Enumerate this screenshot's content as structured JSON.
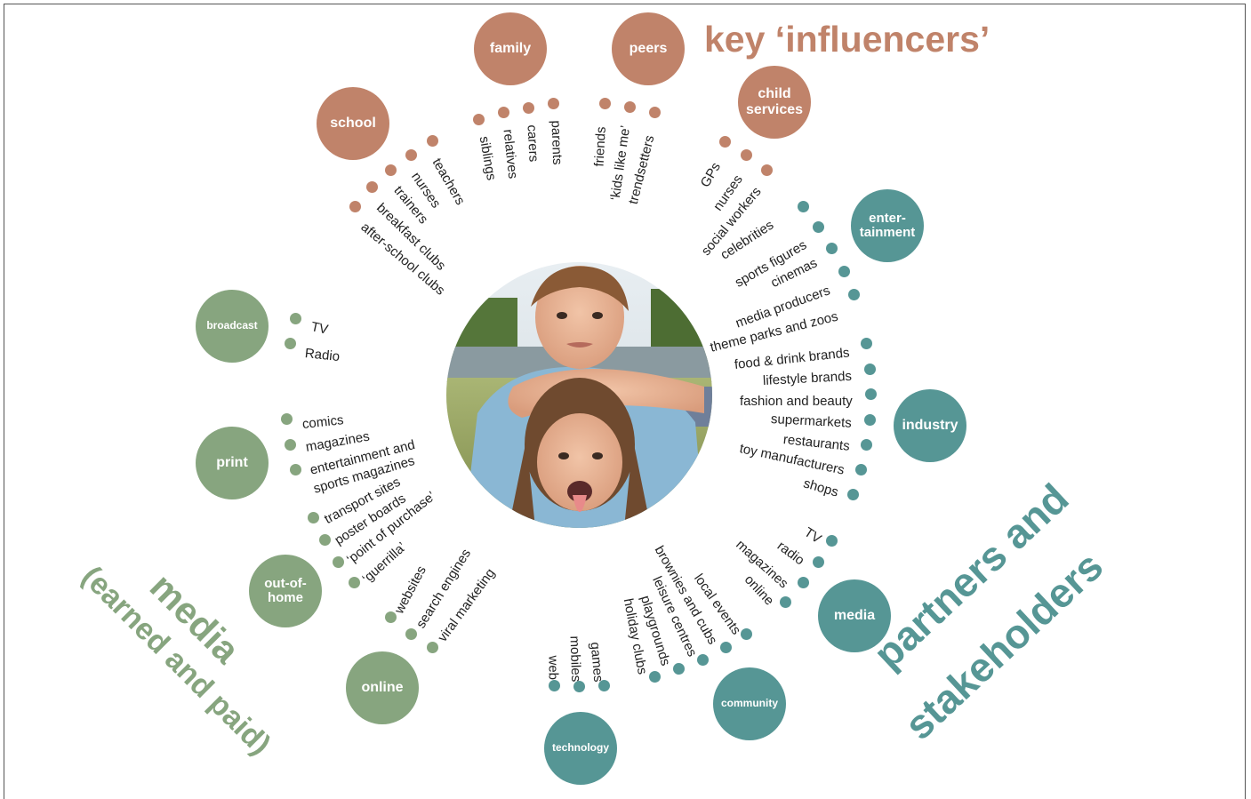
{
  "colors": {
    "influencers": "#c0836a",
    "partners": "#569695",
    "media": "#87a57f"
  },
  "titles": {
    "influencers": "key ‘influencers’",
    "partners_line1": "partners and",
    "partners_line2": "stakeholders",
    "media_line1": "media",
    "media_line2": "(earned and paid)"
  },
  "center_image": "photo of two children",
  "hubs": {
    "family": "family",
    "peers": "peers",
    "child_services": "child\nservices",
    "school": "school",
    "entertainment": "enter-\ntainment",
    "industry": "industry",
    "media": "media",
    "community": "community",
    "technology": "technology",
    "online": "online",
    "out_of_home": "out-of-\nhome",
    "print": "print",
    "broadcast": "broadcast"
  },
  "items": {
    "family": [
      "siblings",
      "relatives",
      "carers",
      "parents"
    ],
    "peers": [
      "friends",
      "‘kids like me’",
      "trendsetters"
    ],
    "child_services": [
      "GPs",
      "nurses",
      "social workers"
    ],
    "school": [
      "teachers",
      "nurses",
      "trainers",
      "breakfast clubs",
      "after-school clubs"
    ],
    "entertainment": [
      "celebrities",
      "sports figures",
      "cinemas",
      "media producers",
      "theme parks and zoos"
    ],
    "industry": [
      "food & drink brands",
      "lifestyle brands",
      "fashion and beauty",
      "supermarkets",
      "restaurants",
      "toy manufacturers",
      "shops"
    ],
    "media": [
      "TV",
      "radio",
      "magazines",
      "online"
    ],
    "community": [
      "local events",
      "brownies and cubs",
      "leisure centres",
      "playgrounds",
      "holiday clubs"
    ],
    "technology": [
      "games",
      "mobiles",
      "web"
    ],
    "online": [
      "websites",
      "search engines",
      "viral marketing"
    ],
    "out_of_home": [
      "transport sites",
      "poster boards",
      "‘point of purchase’",
      "‘guerrilla’"
    ],
    "print": [
      "comics",
      "magazines",
      "entertainment and",
      "sports magazines"
    ],
    "broadcast": [
      "TV",
      "Radio"
    ]
  }
}
